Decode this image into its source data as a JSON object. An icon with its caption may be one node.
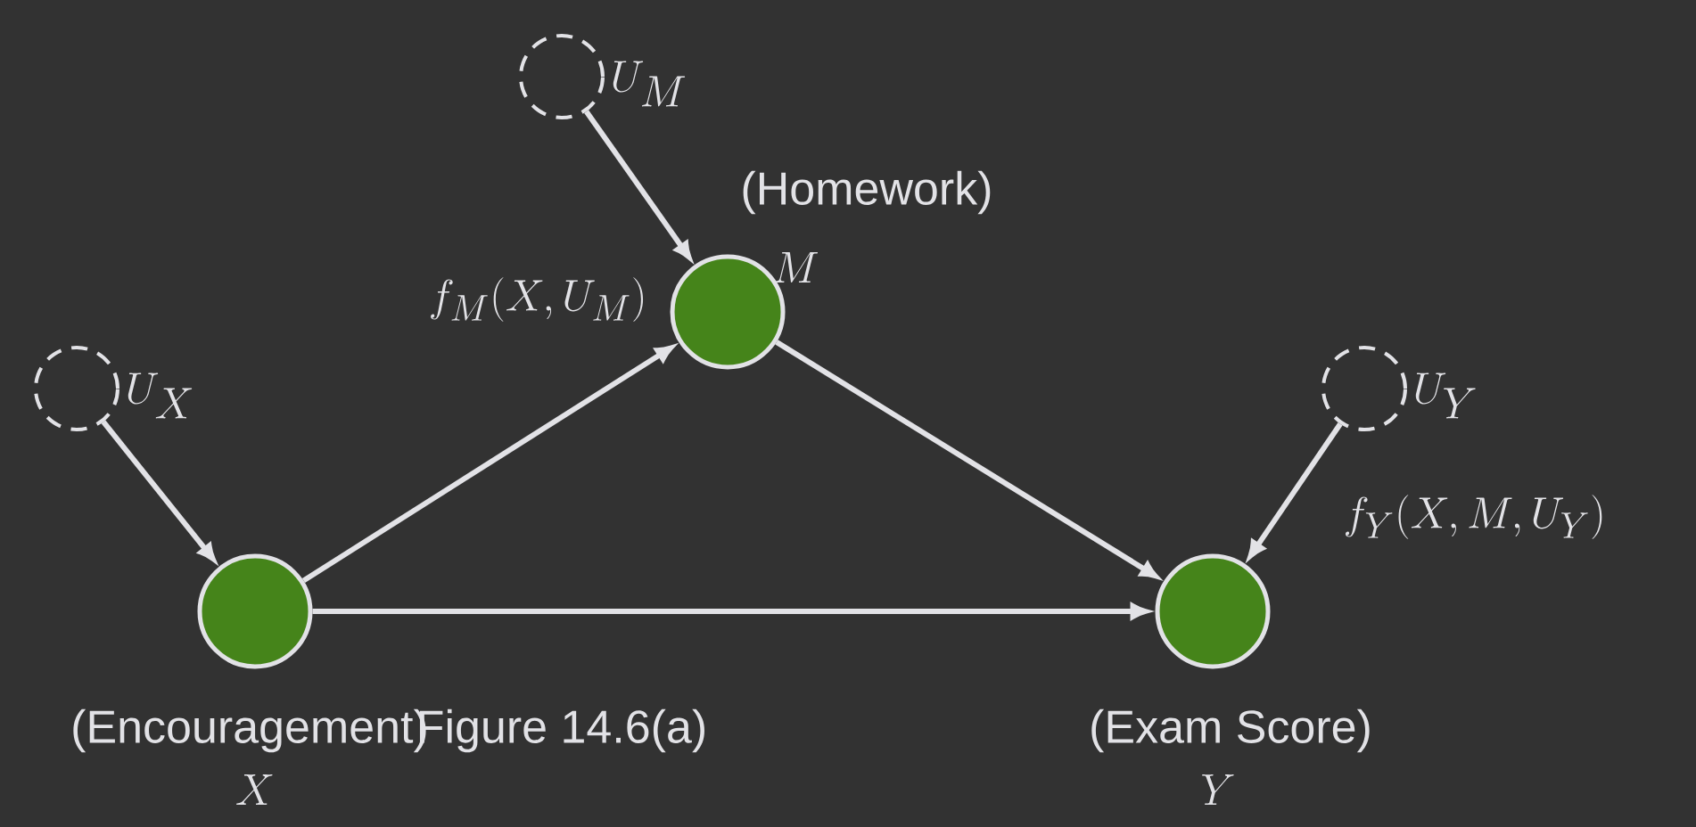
{
  "diagram": {
    "caption": "Figure 14.6(a)",
    "nodes": [
      {
        "text": [
          "(Encouragement)",
          "X"
        ]
      },
      {
        "text": [
          "(Homework)",
          "M"
        ],
        "beside": [
          "f_M(X, U_M)"
        ]
      },
      {
        "text": [
          "(Exam Score)",
          "Y"
        ]
      },
      {
        "text": [
          "U_X"
        ]
      },
      {
        "text": [
          "U_M"
        ]
      },
      {
        "text": [
          "U_Y"
        ]
      }
    ],
    "edges": [
      {
        "from": 3,
        "to": 0,
        "arrow": "to"
      },
      {
        "from": 4,
        "to": 1,
        "arrow": "to"
      },
      {
        "from": 5,
        "to": 2,
        "arrow": "to"
      },
      {
        "from": 0,
        "to": 1,
        "arrow": "to"
      },
      {
        "from": 1,
        "to": 2,
        "arrow": "to"
      },
      {
        "from": 0,
        "to": 2,
        "arrow": "to"
      }
    ],
    "labels": [
      "f_Y(X, M, U_Y)"
    ]
  }
}
